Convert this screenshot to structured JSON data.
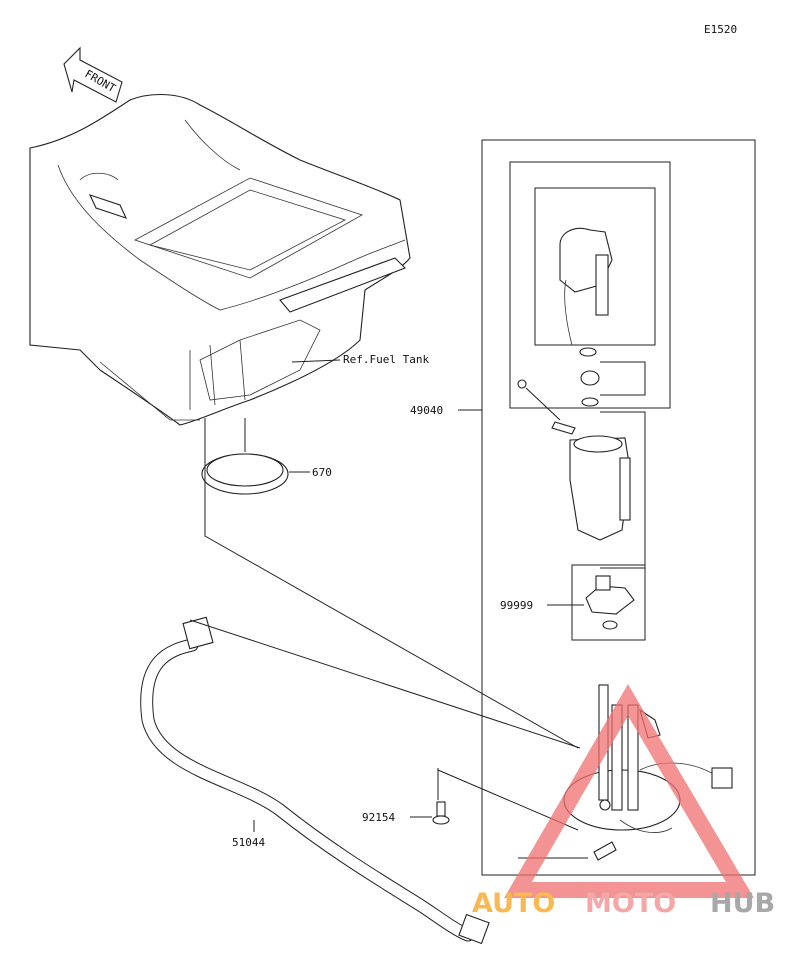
{
  "diagram_code": "E1520",
  "front_label": "FRONT",
  "ref_label": "Ref.Fuel Tank",
  "parts": [
    {
      "number": "670"
    },
    {
      "number": "49040"
    },
    {
      "number": "99999"
    },
    {
      "number": "92154"
    },
    {
      "number": "51044"
    }
  ],
  "watermark": {
    "part1": "AUTO",
    "part2": "MOTO",
    "part3": "HUB",
    "color1": "#f6a21a",
    "color2": "#f08a8a",
    "color3": "#8c8c8c"
  },
  "colors": {
    "line": "#222222",
    "triangle": "#f07070"
  }
}
